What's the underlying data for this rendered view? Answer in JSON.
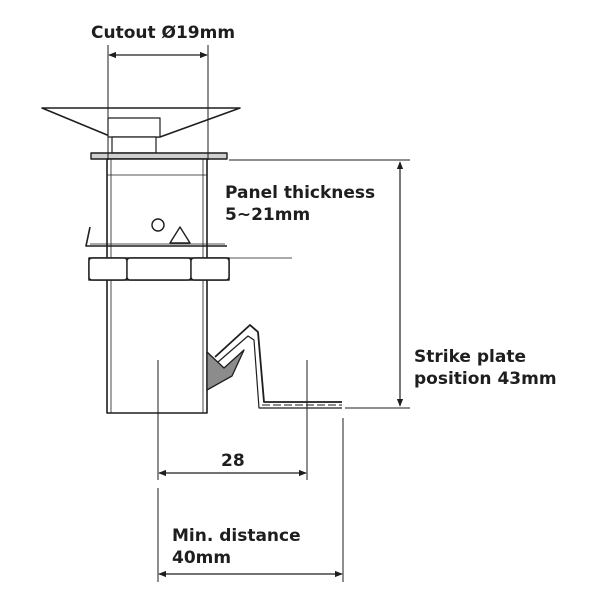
{
  "labels": {
    "cutout": "Cutout Ø19mm",
    "panel_line1": "Panel thickness",
    "panel_line2": "5~21mm",
    "strike_line1": "Strike plate",
    "strike_line2": "position 43mm",
    "dim_28": "28",
    "min_line1": "Min. distance",
    "min_line2": "40mm"
  },
  "colors": {
    "ink": "#1e1e1e",
    "body_fill": "#ffffff",
    "shade": "#8c8c8c"
  }
}
